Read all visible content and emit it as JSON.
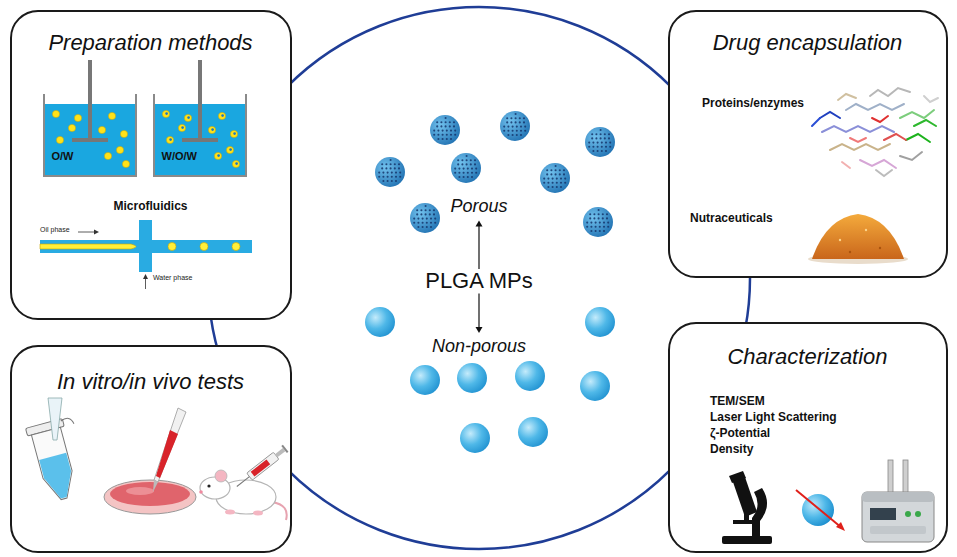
{
  "diagram": {
    "nodes": [
      {
        "text": [
          "Preparation methods",
          "Microfluidics"
        ]
      },
      {
        "text": [
          "O/W"
        ],
        "in": 0
      },
      {
        "text": [
          "W/O/W"
        ],
        "in": 0
      },
      {
        "text": [
          "PLGA MPs",
          "Porous",
          "Non-porous"
        ]
      },
      {
        "text": [
          "Drug encapsulation",
          "Proteins/enzymes",
          "Nutraceuticals"
        ]
      },
      {
        "text": [
          "In vitro/in vivo tests"
        ]
      },
      {
        "text": [
          "Characterization",
          "TEM/SEM",
          "Laser Light Scattering",
          "ζ-Potential",
          "Density"
        ]
      }
    ],
    "labels": [
      "Oil phase",
      "Water phase"
    ]
  }
}
